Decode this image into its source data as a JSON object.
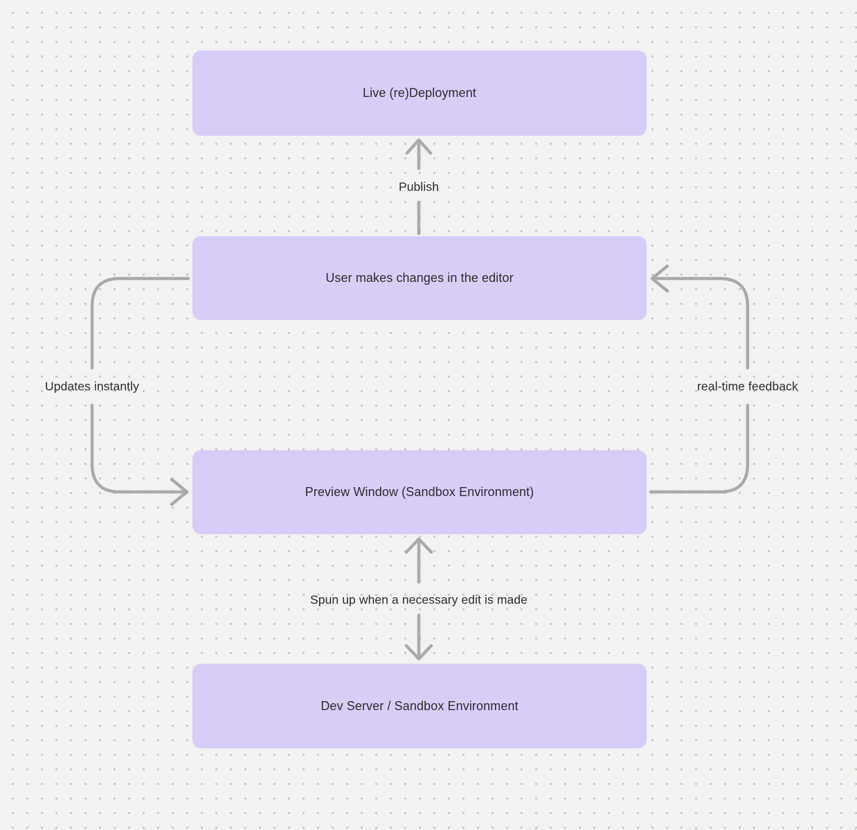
{
  "canvas": {
    "background_color": "#f2f2f1",
    "dot_color": "#c6c5c3",
    "node_fill_color": "#d7cdf7",
    "text_color": "#2d2d2d",
    "arrow_color": "#aaaaaa"
  },
  "diagram": {
    "type": "flowchart",
    "nodes": [
      {
        "id": "live-deployment",
        "label": "Live (re)Deployment"
      },
      {
        "id": "editor",
        "label": "User makes changes in the editor"
      },
      {
        "id": "preview-window",
        "label": "Preview Window (Sandbox Environment)"
      },
      {
        "id": "dev-server",
        "label": "Dev Server / Sandbox Environment"
      }
    ],
    "edges": [
      {
        "from": "editor",
        "to": "live-deployment",
        "label": "Publish",
        "direction": "up"
      },
      {
        "from": "editor",
        "to": "preview-window",
        "label": "Updates instantly",
        "direction": "left-loop-down"
      },
      {
        "from": "preview-window",
        "to": "editor",
        "label": "real-time feedback",
        "direction": "right-loop-up"
      },
      {
        "from": "preview-window",
        "to": "dev-server",
        "label": "Spun up when a necessary edit is made",
        "direction": "bidirectional-vertical"
      }
    ]
  }
}
